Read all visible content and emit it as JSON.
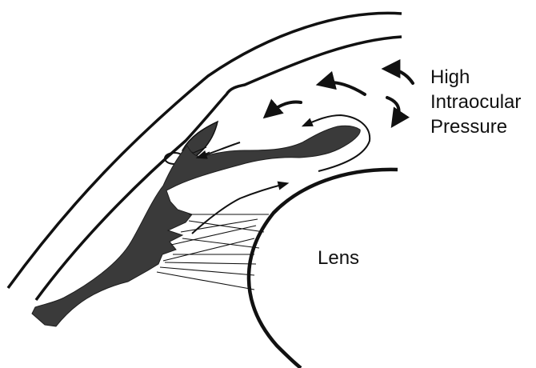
{
  "labels": {
    "pressure_line1": "High",
    "pressure_line2": "Intraocular",
    "pressure_line3": "Pressure",
    "lens": "Lens"
  },
  "colors": {
    "tissue": "#3a3a3a",
    "stroke": "#111111",
    "background": "#ffffff"
  }
}
